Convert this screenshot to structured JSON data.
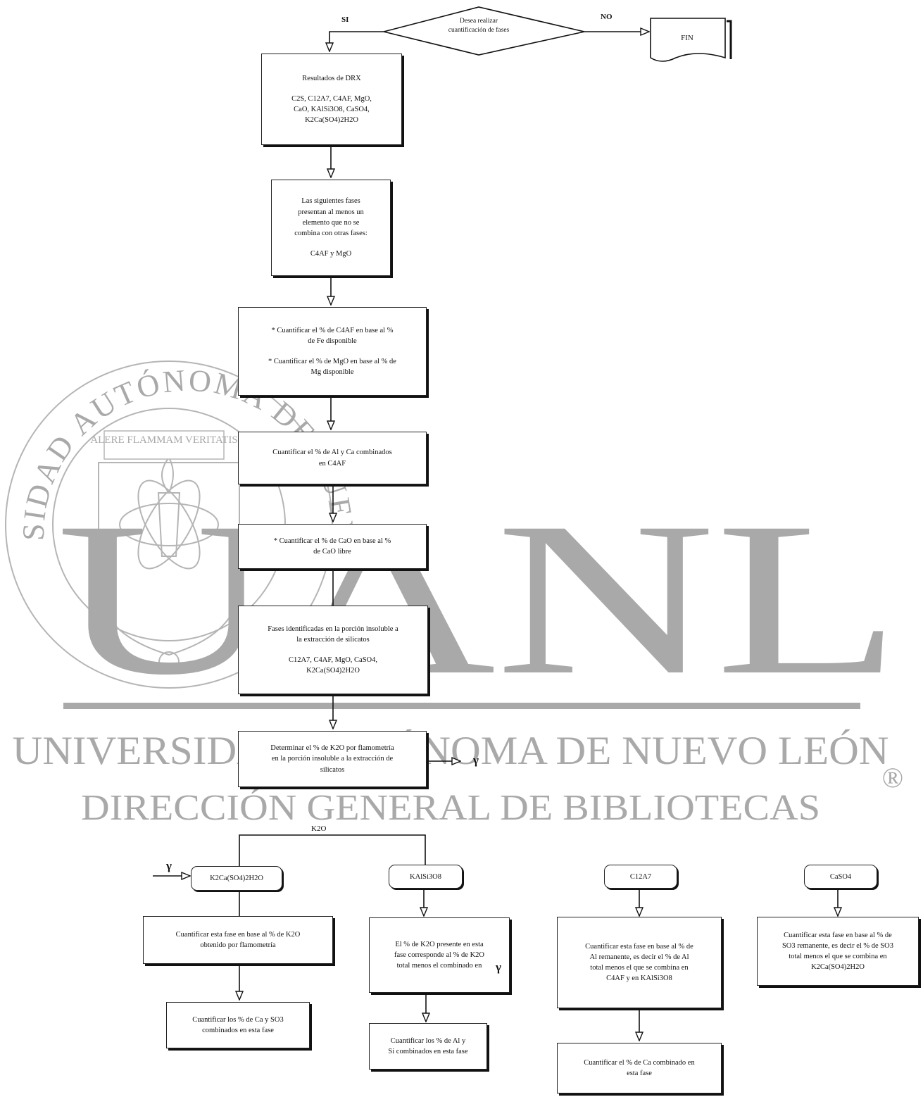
{
  "watermark": {
    "arc_text": "UNIVERSIDAD AUTÓNOMA DE NUEVO LEÓN",
    "motto": "ALERE FLAMMAM VERITATIS",
    "big": "UANL",
    "university": "UNIVERSIDAD AUTÓNOMA DE NUEVO LEÓN",
    "registered": "®",
    "direction": "DIRECCIÓN GENERAL DE BIBLIOTECAS"
  },
  "decision": {
    "line1": "Desea realizar",
    "line2": "cuantificación de fases",
    "yes": "SI",
    "no": "NO"
  },
  "end_label": "FIN",
  "drx": {
    "title": "Resultados de DRX",
    "phases_1": "C2S, C12A7, C4AF, MgO,",
    "phases_2": "CaO, KAlSi3O8, CaSO4,",
    "phases_3": "K2Ca(SO4)2H2O"
  },
  "uncombined": {
    "line1": "Las siguientes fases",
    "line2": "presentan al menos un",
    "line3": "elemento que no se",
    "line4": "combina con otras fases:",
    "phases": "C4AF y MgO"
  },
  "quant_c4af_mgo": {
    "line1": "* Cuantificar el % de C4AF en base al %",
    "line2": "de Fe disponible",
    "line3": "* Cuantificar el % de MgO en base al % de",
    "line4": "Mg disponible"
  },
  "quant_al_ca": {
    "line1": "Cuantificar el % de Al y Ca combinados",
    "line2": "en C4AF"
  },
  "quant_cao": {
    "line1": "* Cuantificar el % de CaO en base al %",
    "line2": "de CaO libre"
  },
  "insoluble": {
    "line1": "Fases identificadas en la porción insoluble a",
    "line2": "la extracción de silicatos",
    "phases_1": "C12A7, C4AF, MgO, CaSO4,",
    "phases_2": "K2Ca(SO4)2H2O"
  },
  "k2o_det": {
    "line1": "Determinar el % de K2O por flamometría",
    "line2": "en la porción insoluble a la extracción de",
    "line3": "silicatos"
  },
  "connector_symbol": "γ",
  "branch_label": "K2O",
  "terminals": {
    "k2ca": "K2Ca(SO4)2H2O",
    "kalsi": "KAlSi3O8",
    "c12a7": "C12A7",
    "caso4": "CaSO4"
  },
  "quant_k2ca": {
    "line1": "Cuantificar esta fase en base al % de K2O",
    "line2": "obtenido por flamometría"
  },
  "quant_ca_so3": {
    "line1": "Cuantificar los % de Ca y SO3",
    "line2": "combinados en esta fase"
  },
  "kalsi_k2o": {
    "line1": "El % de K2O presente en esta",
    "line2": "fase corresponde al % de K2O",
    "line3": "total menos el combinado en"
  },
  "quant_al_si": {
    "line1": "Cuantificar los % de Al y",
    "line2": "Si combinados en esta fase"
  },
  "c12a7_quant": {
    "line1": "Cuantificar esta fase en base al % de",
    "line2": "Al remanente, es decir el % de Al",
    "line3": "total menos el que se combina en",
    "line4": "C4AF y en KAlSi3O8"
  },
  "c12a7_ca": {
    "line1": "Cuantificar el % de Ca combinado en",
    "line2": "esta fase"
  },
  "caso4_quant": {
    "line1": "Cuantificar esta fase en base al % de",
    "line2": "SO3 remanente, es decir el % de SO3",
    "line3": "total menos el que se combina en",
    "line4": "K2Ca(SO4)2H2O"
  }
}
